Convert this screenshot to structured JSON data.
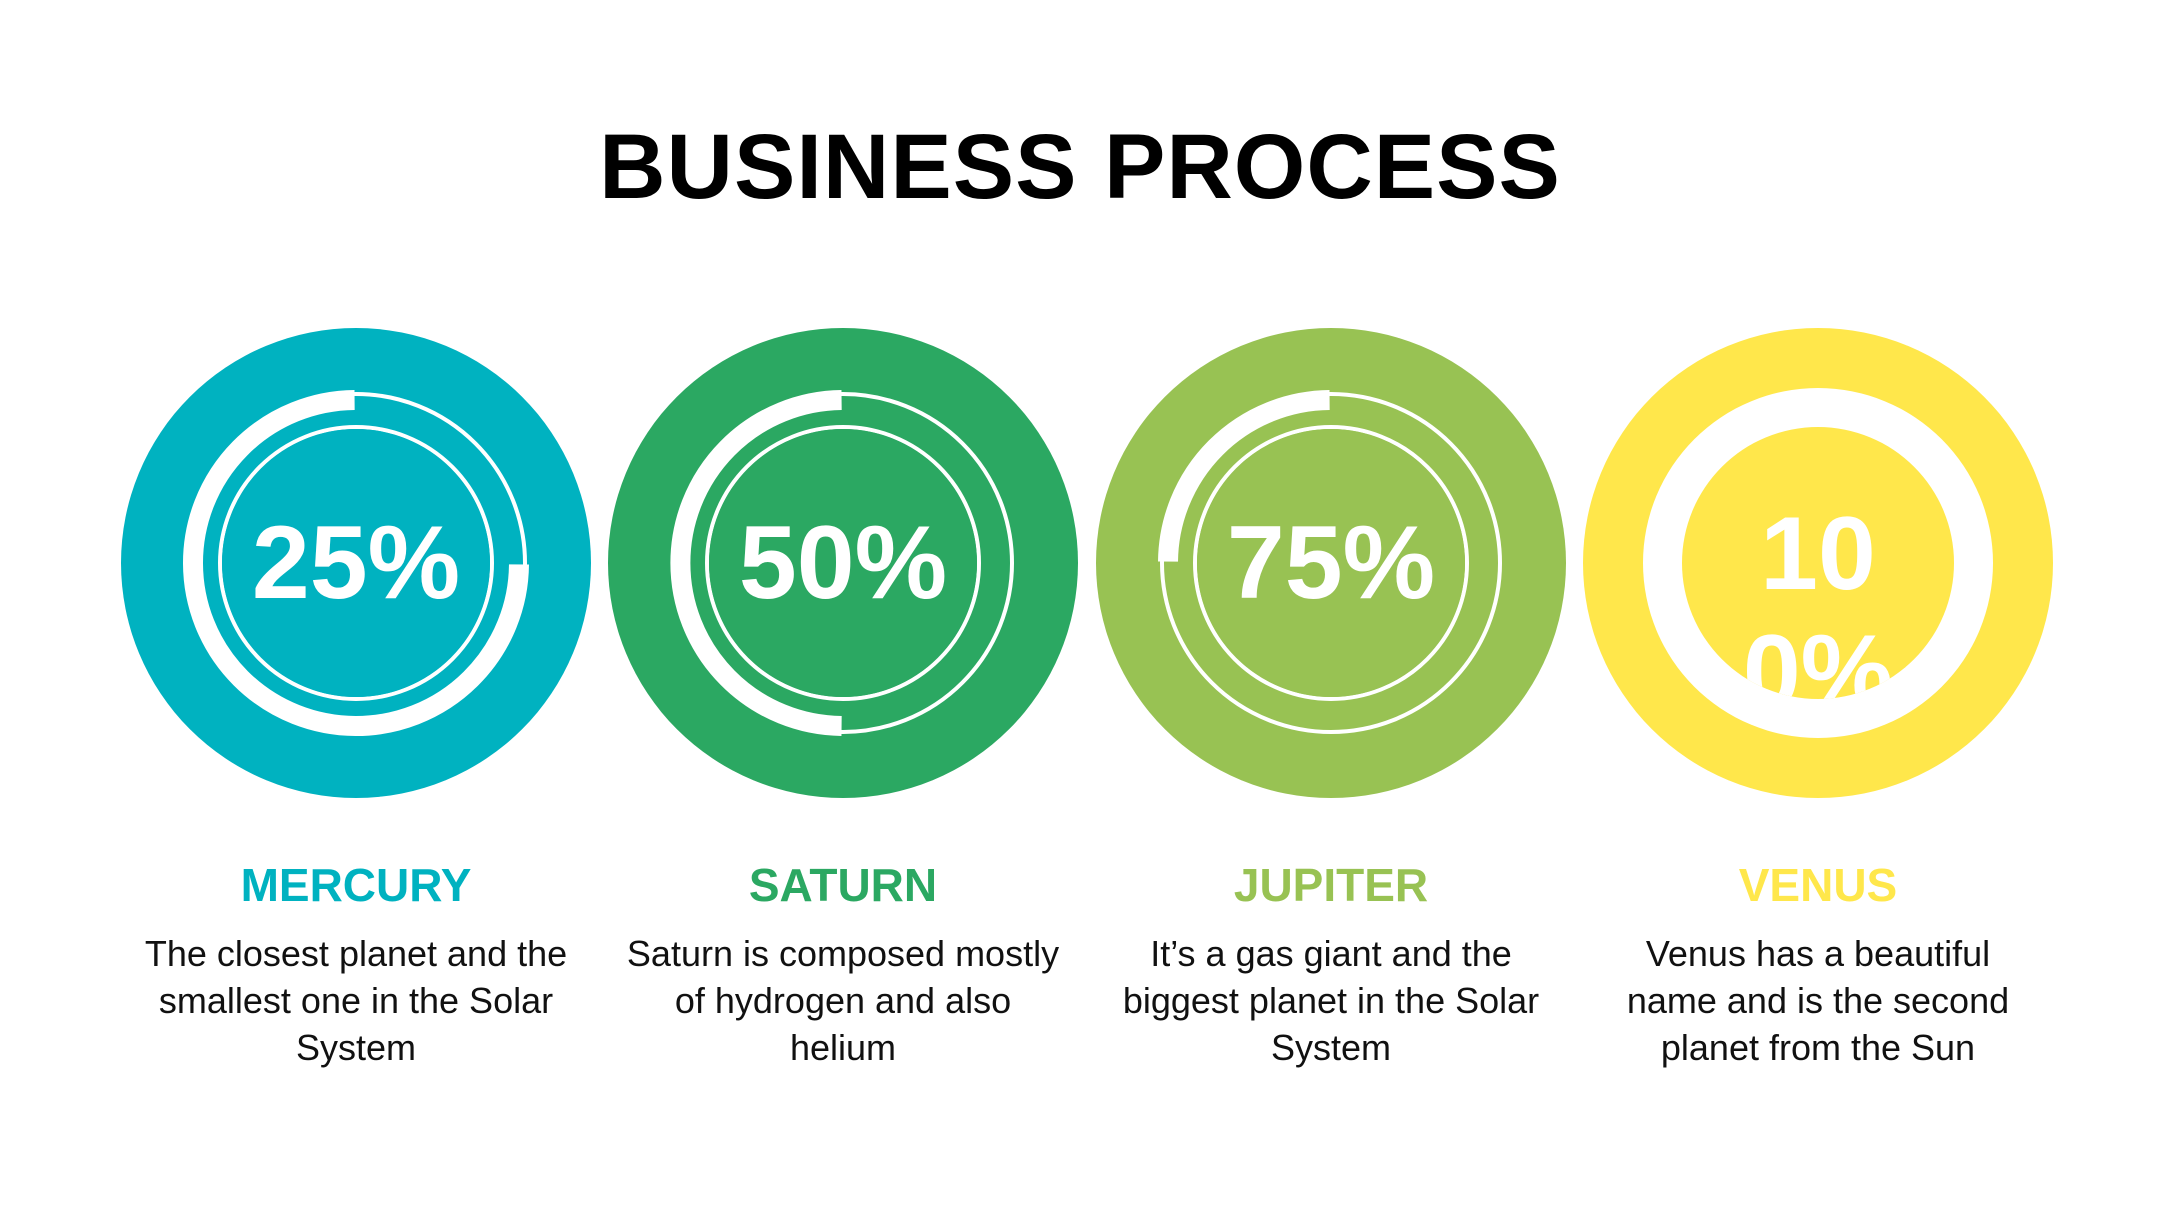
{
  "title": "BUSINESS PROCESS",
  "steps": [
    {
      "percent_label": "25%",
      "progress": 0.25,
      "name": "MERCURY",
      "description": "The closest planet and the smallest one in the Solar System",
      "color": "#00B2C0"
    },
    {
      "percent_label": "50%",
      "progress": 0.5,
      "name": "SATURN",
      "description": "Saturn is composed mostly of hydrogen and also helium",
      "color": "#2BA862"
    },
    {
      "percent_label": "75%",
      "progress": 0.75,
      "name": "JUPITER",
      "description": "It’s a gas giant and the biggest planet in the Solar System",
      "color": "#98C253"
    },
    {
      "percent_label": "100%",
      "progress": 1.0,
      "name": "VENUS",
      "description": "Venus has a beautiful name and is the second planet from the Sun",
      "color": "#FFE74B"
    }
  ]
}
